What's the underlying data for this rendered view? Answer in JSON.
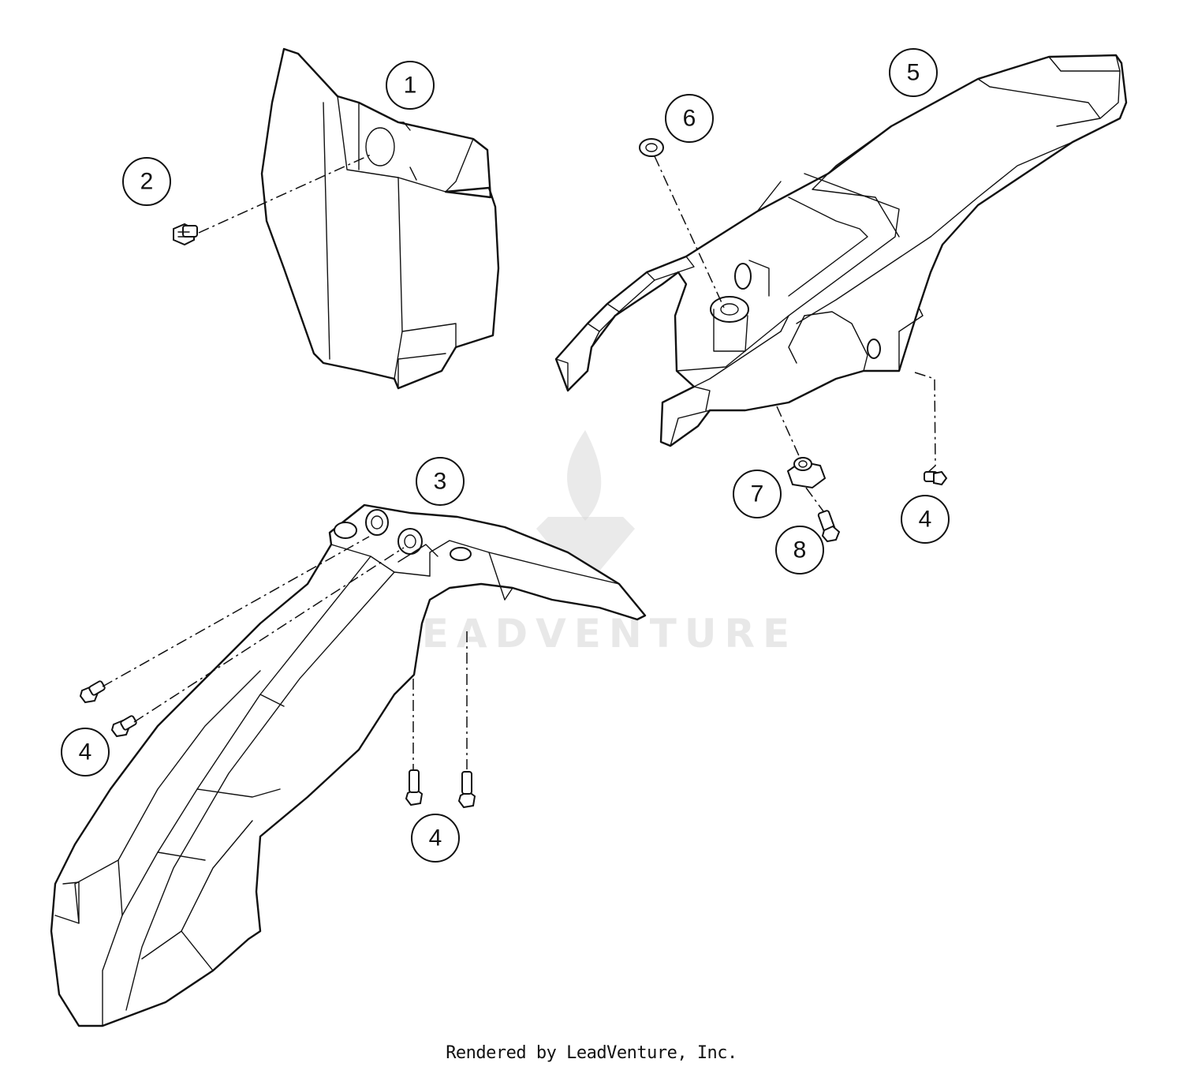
{
  "callouts": [
    {
      "label": "1"
    },
    {
      "label": "2"
    },
    {
      "label": "3"
    },
    {
      "label": "4"
    },
    {
      "label": "4"
    },
    {
      "label": "4"
    },
    {
      "label": "5"
    },
    {
      "label": "6"
    },
    {
      "label": "7"
    },
    {
      "label": "8"
    }
  ],
  "watermark": {
    "text": "LEADVENTURE"
  },
  "footer": {
    "text": "Rendered by LeadVenture, Inc."
  }
}
